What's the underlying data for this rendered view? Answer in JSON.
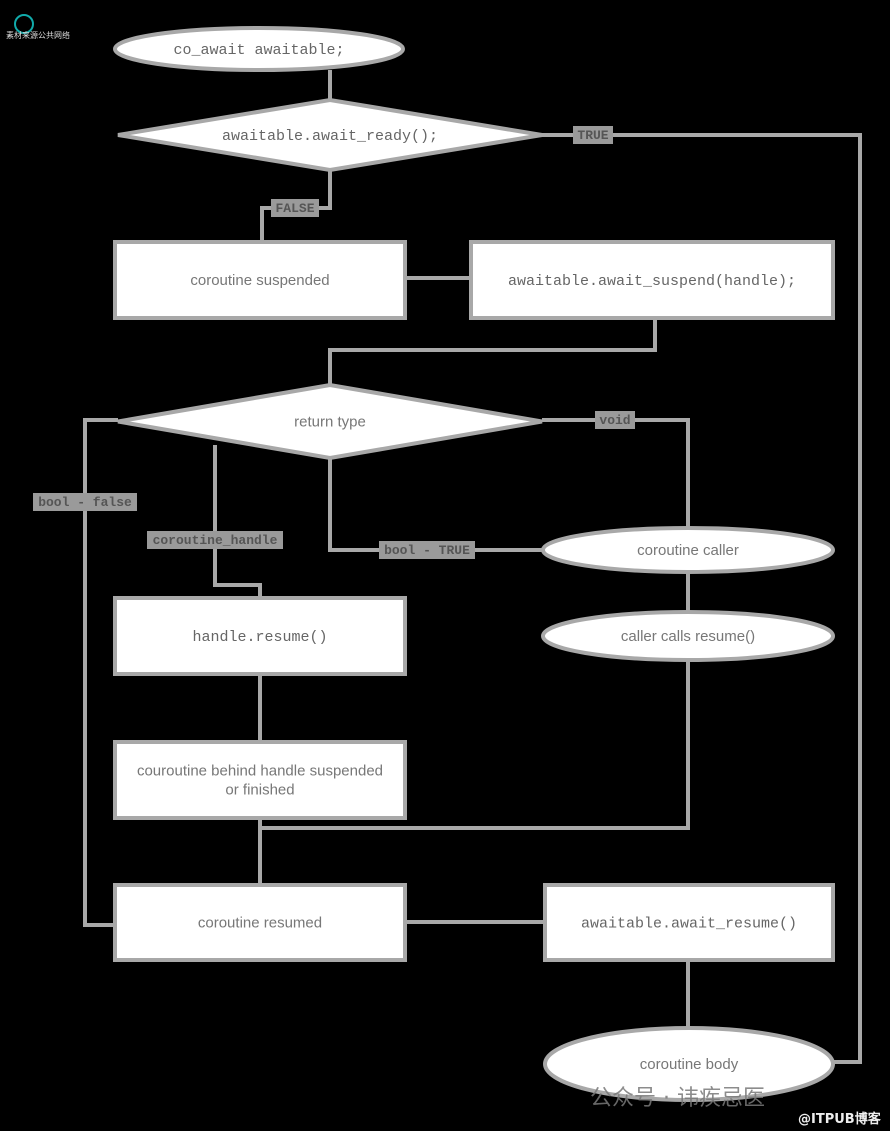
{
  "watermark_top": "素材来源公共网络",
  "watermark_bottom": "公众号 · 讳疾忌医",
  "watermark_corner": "@ITPUB博客",
  "nodes": [
    {
      "id": "start",
      "shape": "terminator",
      "font": "mono",
      "text": [
        "co_await awaitable;"
      ]
    },
    {
      "id": "ready",
      "shape": "decision",
      "font": "mono",
      "text": [
        "awaitable.await_ready();"
      ]
    },
    {
      "id": "suspended",
      "shape": "process",
      "font": "sans",
      "text": [
        "coroutine suspended"
      ]
    },
    {
      "id": "await_suspend",
      "shape": "process",
      "font": "mono",
      "text": [
        "awaitable.await_suspend(handle);"
      ]
    },
    {
      "id": "rtype",
      "shape": "decision",
      "font": "sans",
      "text": [
        "return type"
      ]
    },
    {
      "id": "caller",
      "shape": "terminator",
      "font": "sans",
      "text": [
        "coroutine caller"
      ]
    },
    {
      "id": "caller_resume",
      "shape": "terminator",
      "font": "sans",
      "text": [
        "caller calls resume()"
      ]
    },
    {
      "id": "handle_resume",
      "shape": "process",
      "font": "mono",
      "text": [
        "handle.resume()"
      ]
    },
    {
      "id": "behind",
      "shape": "process",
      "font": "sans",
      "text": [
        "couroutine behind handle suspended",
        "or finished"
      ]
    },
    {
      "id": "resumed",
      "shape": "process",
      "font": "sans",
      "text": [
        "coroutine resumed"
      ]
    },
    {
      "id": "await_resume",
      "shape": "process",
      "font": "mono",
      "text": [
        "awaitable.await_resume()"
      ]
    },
    {
      "id": "body",
      "shape": "terminator",
      "font": "sans",
      "text": [
        "coroutine body"
      ]
    }
  ],
  "edges": [
    {
      "id": "e1",
      "label": ""
    },
    {
      "id": "e_true",
      "label": "TRUE"
    },
    {
      "id": "e_false",
      "label": "FALSE"
    },
    {
      "id": "e2",
      "label": ""
    },
    {
      "id": "e3",
      "label": ""
    },
    {
      "id": "e_void",
      "label": "void"
    },
    {
      "id": "e_boolfalse",
      "label": "bool - false"
    },
    {
      "id": "e_handle",
      "label": "coroutine_handle"
    },
    {
      "id": "e_booltrue",
      "label": "bool - TRUE"
    },
    {
      "id": "e4",
      "label": ""
    },
    {
      "id": "e5",
      "label": ""
    },
    {
      "id": "e6",
      "label": ""
    },
    {
      "id": "e7",
      "label": ""
    },
    {
      "id": "e8",
      "label": ""
    },
    {
      "id": "e9",
      "label": ""
    }
  ]
}
